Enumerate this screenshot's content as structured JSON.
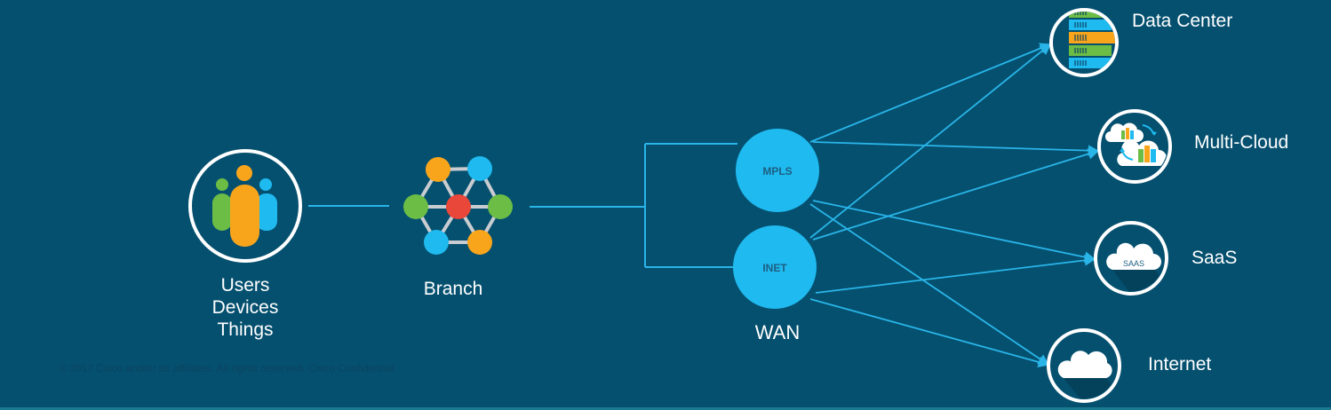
{
  "diagram": {
    "colors": {
      "background": "#05506f",
      "link": "#29b5e8",
      "wan_node": "#1fbaf0",
      "wan_text": "#1d5f82",
      "ring": "#ffffff",
      "green": "#6cbd45",
      "orange": "#f9a51b",
      "blue": "#1fbaf0",
      "red": "#e8473a",
      "grey_link": "#c9ccd0"
    },
    "endpoints": {
      "users": {
        "lines": [
          "Users",
          "Devices",
          "Things"
        ],
        "icon": "users-group-icon"
      },
      "branch": {
        "label": "Branch",
        "icon": "branch-mesh-icon"
      }
    },
    "wan": {
      "label": "WAN",
      "nodes": [
        {
          "id": "mpls",
          "label": "MPLS"
        },
        {
          "id": "inet",
          "label": "INET"
        }
      ]
    },
    "destinations": [
      {
        "id": "datacenter",
        "label": "Data Center",
        "icon": "server-rack-icon"
      },
      {
        "id": "multicloud",
        "label": "Multi-Cloud",
        "icon": "multi-cloud-icon"
      },
      {
        "id": "saas",
        "label": "SaaS",
        "icon": "saas-cloud-icon",
        "badge": "SAAS"
      },
      {
        "id": "internet",
        "label": "Internet",
        "icon": "cloud-icon"
      }
    ],
    "edges": [
      {
        "from": "users",
        "to": "branch"
      },
      {
        "from": "branch",
        "to": "mpls"
      },
      {
        "from": "branch",
        "to": "inet"
      },
      {
        "from": "mpls",
        "to": "datacenter"
      },
      {
        "from": "mpls",
        "to": "multicloud"
      },
      {
        "from": "mpls",
        "to": "saas"
      },
      {
        "from": "mpls",
        "to": "internet"
      },
      {
        "from": "inet",
        "to": "datacenter"
      },
      {
        "from": "inet",
        "to": "multicloud"
      },
      {
        "from": "inet",
        "to": "saas"
      },
      {
        "from": "inet",
        "to": "internet"
      }
    ],
    "footer": "© 2017  Cisco and/or its affiliates. All rights reserved.    Cisco Confidential"
  }
}
